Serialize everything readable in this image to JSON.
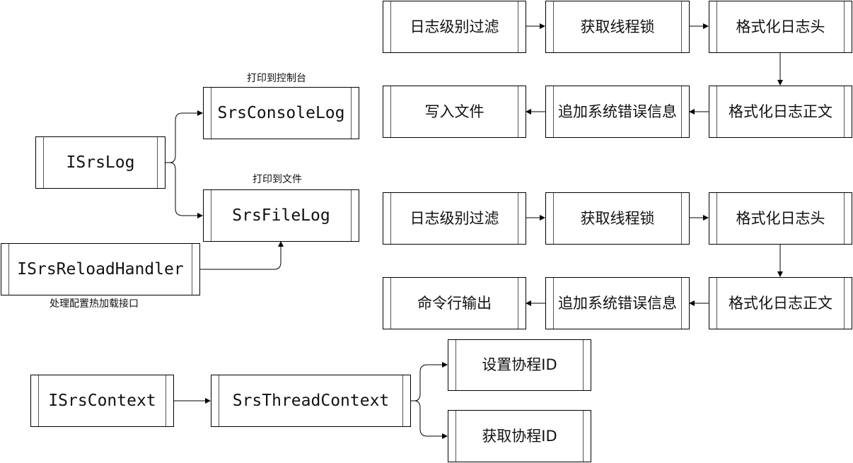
{
  "log_class": {
    "base": "ISrsLog",
    "console": "SrsConsoleLog",
    "console_note": "打印到控制台",
    "file": "SrsFileLog",
    "file_note": "打印到文件",
    "reload": "ISrsReloadHandler",
    "reload_note": "处理配置热加载接口"
  },
  "file_flow": {
    "steps": [
      "日志级别过滤",
      "获取线程锁",
      "格式化日志头",
      "格式化日志正文",
      "追加系统错误信息",
      "写入文件"
    ]
  },
  "console_flow": {
    "steps": [
      "日志级别过滤",
      "获取线程锁",
      "格式化日志头",
      "格式化日志正文",
      "追加系统错误信息",
      "命令行输出"
    ]
  },
  "context": {
    "base": "ISrsContext",
    "impl": "SrsThreadContext",
    "set_id": "设置协程ID",
    "get_id": "获取协程ID"
  }
}
